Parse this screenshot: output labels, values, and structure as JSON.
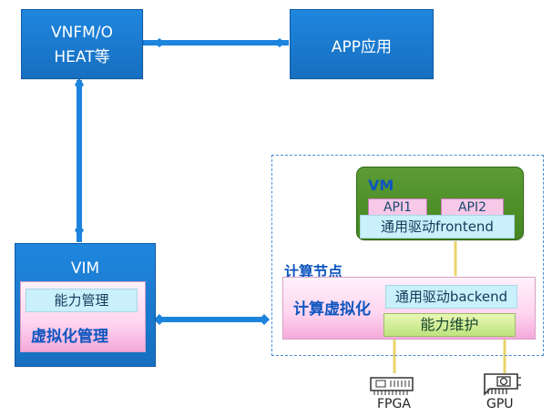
{
  "nodes": {
    "vnfm": "VNFM/O",
    "heat": "HEAT等",
    "app": "APP应用",
    "vim": "VIM",
    "capability_management": "能力管理",
    "virtualization_management": "虚拟化管理",
    "vm": "VM",
    "api1": "API1",
    "api2": "API2",
    "generic_driver_frontend": "通用驱动frontend",
    "compute_node": "计算节点",
    "compute_virtualization": "计算虚拟化",
    "generic_driver_backend": "通用驱动backend",
    "capability_maintenance": "能力维护",
    "fpga": "FPGA",
    "gpu": "GPU"
  },
  "colors": {
    "blue": "#176fc0",
    "connector": "#1d84de",
    "green": "#4d8f29",
    "pink": "#ffd6f0",
    "cyan": "#c9f0fb",
    "lime": "#d8f09a",
    "label_blue": "#0d55bf",
    "hardware_link": "#ead46a"
  },
  "icons": {
    "fpga": "fpga-icon",
    "gpu": "gpu-icon",
    "diamond": "diamond-icon"
  }
}
